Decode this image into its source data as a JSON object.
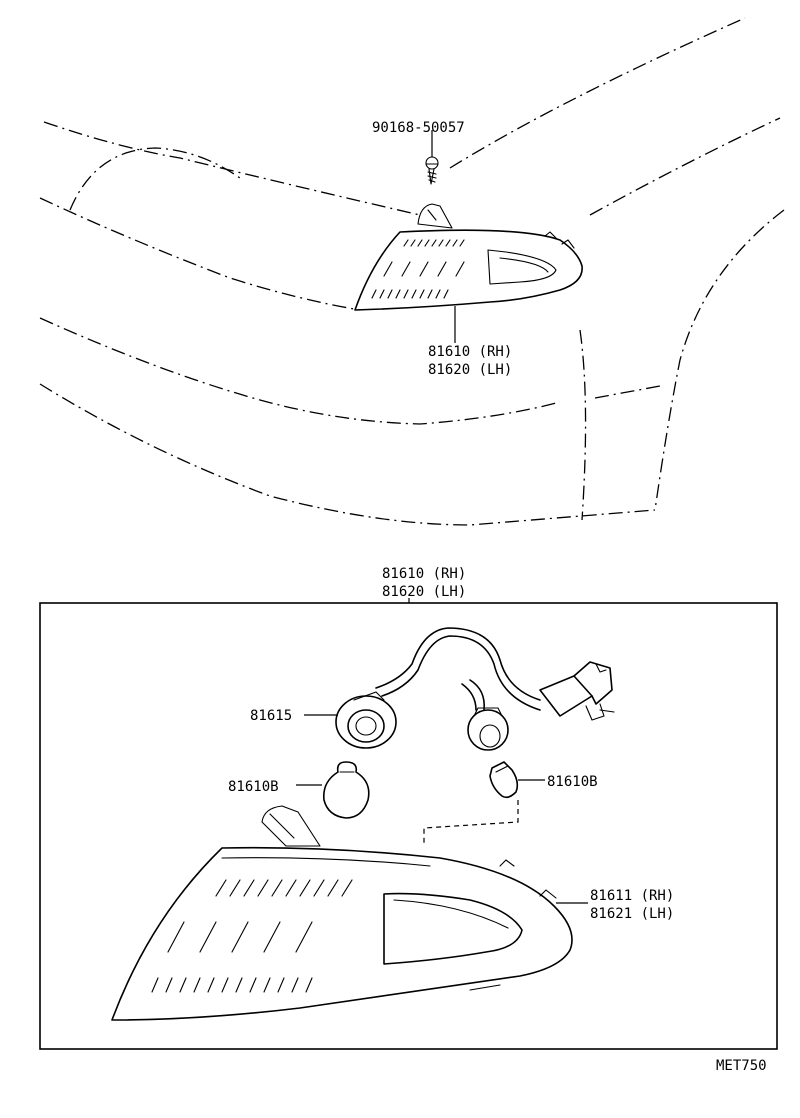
{
  "upper_view": {
    "screw_part": "90168-50057",
    "lamp_part_rh": "81610 (RH)",
    "lamp_part_lh": "81620 (LH)"
  },
  "assembly_box": {
    "title_rh": "81610 (RH)",
    "title_lh": "81620 (LH)",
    "socket_part": "81615",
    "bulb_left_part": "81610B",
    "bulb_right_part": "81610B",
    "lens_part_rh": "81611 (RH)",
    "lens_part_lh": "81621 (LH)"
  },
  "figure_code": "MET750"
}
